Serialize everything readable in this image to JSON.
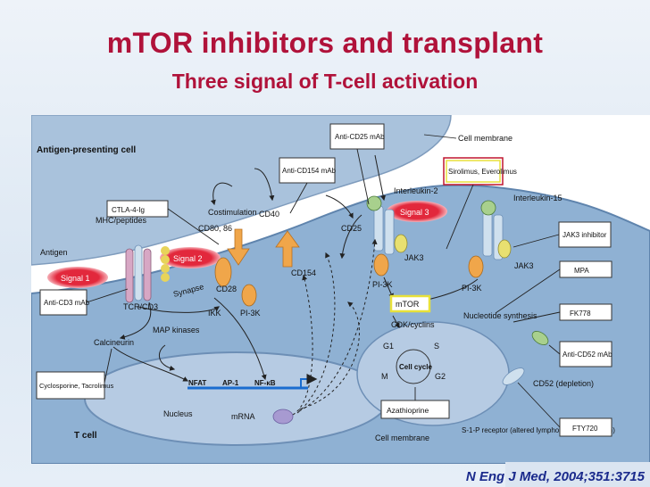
{
  "slide": {
    "title": "mTOR inhibitors and transplant",
    "subtitle": "Three signal of T-cell activation",
    "citation": "N Eng J Med, 2004;351:3715"
  },
  "diagram": {
    "apc_label": "Antigen-presenting cell",
    "tcell_label": "T cell",
    "nucleus_label": "Nucleus",
    "cell_membrane_top": "Cell membrane",
    "cell_membrane_bottom": "Cell membrane",
    "signal1": "Signal 1",
    "signal2": "Signal 2",
    "signal3": "Signal 3",
    "labels": {
      "antigen": "Antigen",
      "mhc": "MHC/peptides",
      "costimulation": "Costimulation",
      "cd80_86": "CD80, 86",
      "cd40": "CD40",
      "cd154": "CD154",
      "cd28": "CD28",
      "tcr_cd3": "TCR/CD3",
      "synapse": "Synapse",
      "calcineurin": "Calcineurin",
      "map_kinases": "MAP kinases",
      "ikk": "IKK",
      "pi3k_a": "PI-3K",
      "pi3k_b": "PI-3K",
      "pi3k_c": "PI-3K",
      "cd25": "CD25",
      "interleukin2": "Interleukin-2",
      "interleukin15": "Interleukin-15",
      "jak3_a": "JAK3",
      "jak3_b": "JAK3",
      "mtor": "mTOR",
      "cdk": "CDK/cyclins",
      "g1": "G1",
      "s": "S",
      "m": "M",
      "g2": "G2",
      "cell_cycle": "Cell cycle",
      "nucleotide": "Nucleotide synthesis",
      "nfat": "NFAT",
      "ap1": "AP-1",
      "nfkb": "NF-κB",
      "mrna": "mRNA",
      "cd52_depletion": "CD52 (depletion)",
      "s1p": "S-1-P receptor (altered lymphocyte recirculation)"
    },
    "drug_boxes": {
      "anti_cd25": "Anti-CD25 mAb",
      "anti_cd154": "Anti-CD154 mAb",
      "sirolimus": "Sirolimus, Everolimus",
      "ctla4": "CTLA-4-Ig",
      "jak3_inhibitor": "JAK3 inhibitor",
      "mpa": "MPA",
      "anti_cd3": "Anti-CD3 mAb",
      "fk778": "FK778",
      "anti_cd52": "Anti-CD52 mAb",
      "cyclosporine": "Cyclosporine, Tacrolimus",
      "azathioprine": "Azathioprine",
      "fty720": "FTY720"
    },
    "colors": {
      "title": "#b0123a",
      "apc": "#a9c2dc",
      "tcell": "#8fb1d3",
      "nucleus": "#b6cbe3",
      "signal": "#e2283c",
      "mtor_box": "#e8e13a",
      "citation": "#1a2a8c"
    }
  }
}
